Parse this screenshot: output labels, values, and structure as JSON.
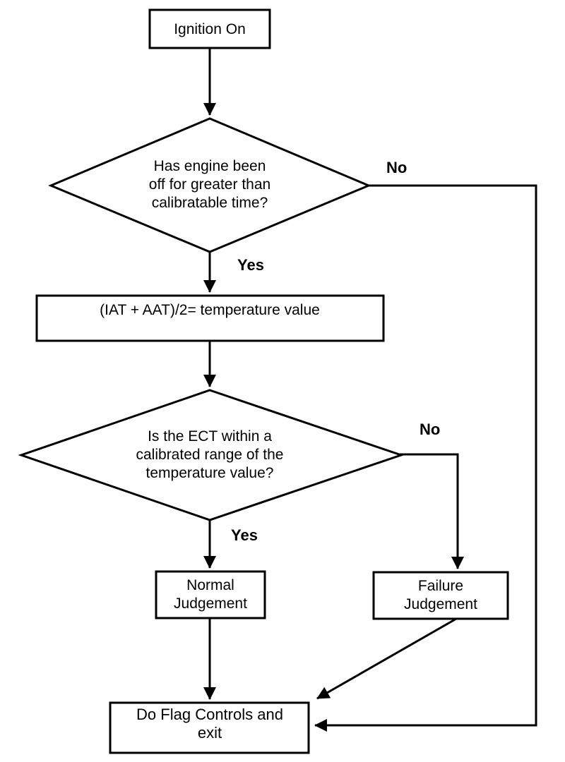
{
  "colors": {
    "background": "#ffffff",
    "line": "#000000",
    "text": "#000000"
  },
  "flowchart": {
    "start": {
      "label": "Ignition On"
    },
    "decision_engine_off": {
      "line1": "Has engine been",
      "line2": "off for greater than",
      "line3": "calibratable time?"
    },
    "process_temperature": {
      "label": "(IAT + AAT)/2= temperature value"
    },
    "decision_ect": {
      "line1": "Is the ECT within a",
      "line2": "calibrated range of the",
      "line3": "temperature value?"
    },
    "normal_judgement": {
      "line1": "Normal",
      "line2": "Judgement"
    },
    "failure_judgement": {
      "line1": "Failure",
      "line2": "Judgement"
    },
    "do_flag_controls": {
      "line1": "Do Flag Controls and",
      "line2": "exit"
    },
    "labels": {
      "engine_off_no": "No",
      "engine_off_yes": "Yes",
      "ect_no": "No",
      "ect_yes": "Yes"
    }
  }
}
